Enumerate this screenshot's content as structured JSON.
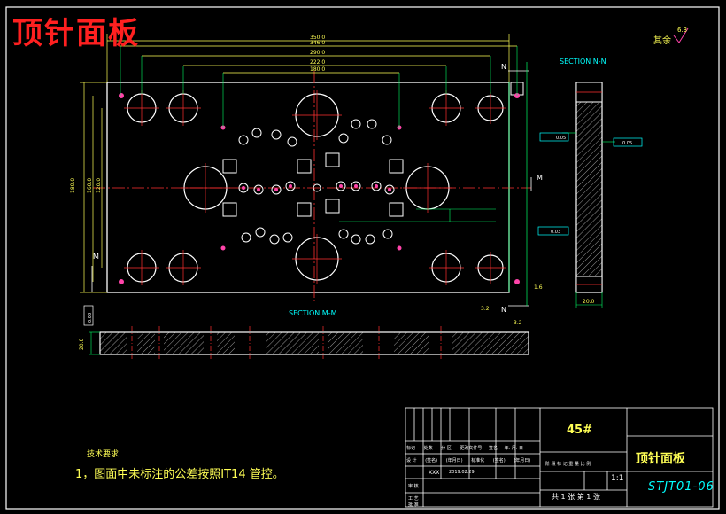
{
  "title": "顶针面板",
  "roughness_label": "其余",
  "roughness_value": "6.3",
  "section_nn": "SECTION  N-N",
  "section_mm": "SECTION  M-M",
  "requirements": {
    "heading": "技术要求",
    "item1": "1，图面中未标注的公差按照IT14 管控。"
  },
  "title_block": {
    "material": "45#",
    "part_name": "顶针面板",
    "drawing_no": "STJT01-06",
    "scale": "1:1",
    "sheet": "共 1 张    第 1 张",
    "header_cells": [
      "标记",
      "处数",
      "分  区",
      "更改文件号",
      "签名",
      "年. 月. 日"
    ],
    "row2_cells": [
      "设  计",
      "(签名)",
      "(年月日)",
      "标准化",
      "(签名)",
      "(年月日)"
    ],
    "designer": "XXX",
    "date": "2019.02.29",
    "stage_labels": "阶 段 标 记    重 量    比 例",
    "row_labels": [
      "审 核",
      "工 艺",
      "批 准"
    ]
  },
  "dimensions": {
    "overall_width": "350.0",
    "w2": "346.0",
    "w3": "290.0",
    "w4": "222.0",
    "w5": "180.0",
    "height1": "180.0",
    "height2": "160.0",
    "height3": "120.0",
    "section_thickness": "20.0",
    "n_label": "N",
    "m_label": "M",
    "flatness": "0.05",
    "parallel": "0.03",
    "perp": "0.05",
    "rough2": "3.2",
    "rough3": "1.6",
    "rough4": "3.2"
  }
}
